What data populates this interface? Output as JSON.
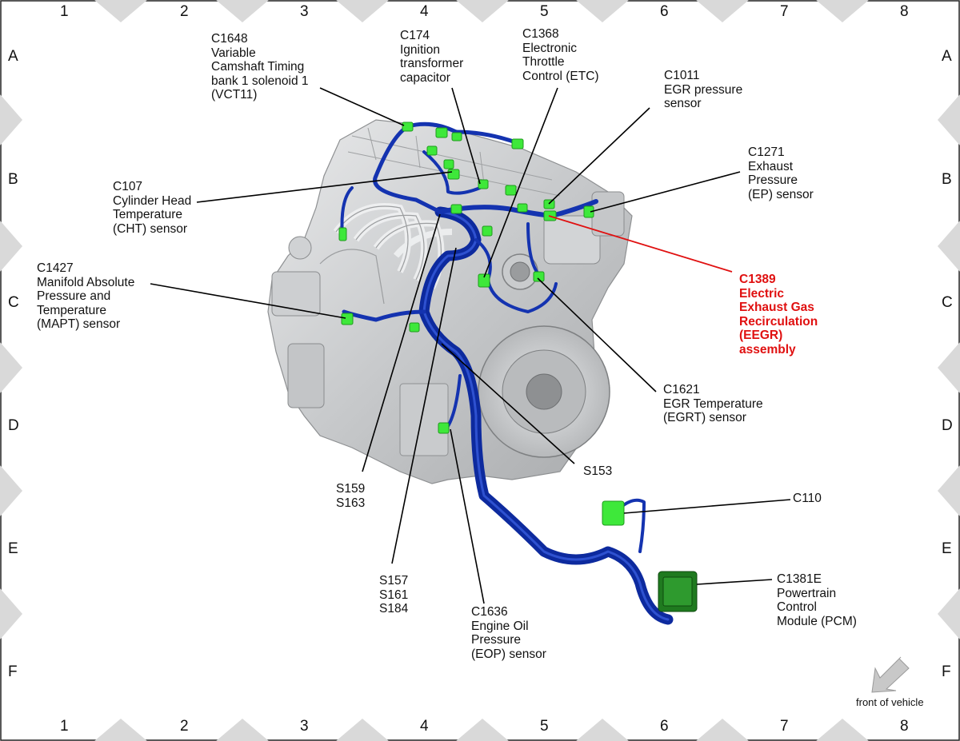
{
  "columns": [
    "1",
    "2",
    "3",
    "4",
    "5",
    "6",
    "7",
    "8"
  ],
  "rows": [
    "A",
    "B",
    "C",
    "D",
    "E",
    "F"
  ],
  "labels": {
    "c1648": "C1648\nVariable\nCamshaft Timing\nbank 1 solenoid 1\n(VCT11)",
    "c174": "C174\nIgnition\ntransformer\ncapacitor",
    "c1368": "C1368\nElectronic\nThrottle\nControl (ETC)",
    "c1011": "C1011\nEGR pressure\nsensor",
    "c1271": "C1271\nExhaust\nPressure\n(EP) sensor",
    "c107": "C107\nCylinder Head\nTemperature\n(CHT) sensor",
    "c1427": "C1427\nManifold Absolute\nPressure and\nTemperature\n(MAPT) sensor",
    "c1389": "C1389\nElectric\nExhaust Gas\nRecirculation\n(EEGR)\nassembly",
    "c1621": "C1621\nEGR Temperature\n(EGRT) sensor",
    "s153": "S153",
    "s159": "S159\nS163",
    "c110": "C110",
    "s157": "S157\nS161\nS184",
    "c1381e": "C1381E\nPowertrain\nControl\nModule (PCM)",
    "c1636": "C1636\nEngine Oil\nPressure\n(EOP) sensor"
  },
  "orientation": {
    "text": "front of vehicle",
    "icon": "arrow-front-icon"
  },
  "colors": {
    "harness": "#1030a8",
    "harness_highlight": "#3a5be0",
    "connector": "#3ee83a",
    "connector_dark": "#1a8a1a",
    "highlight_text": "#e01010",
    "engine": "#d0d2d4",
    "frame_triangle": "#d8d8d8"
  }
}
